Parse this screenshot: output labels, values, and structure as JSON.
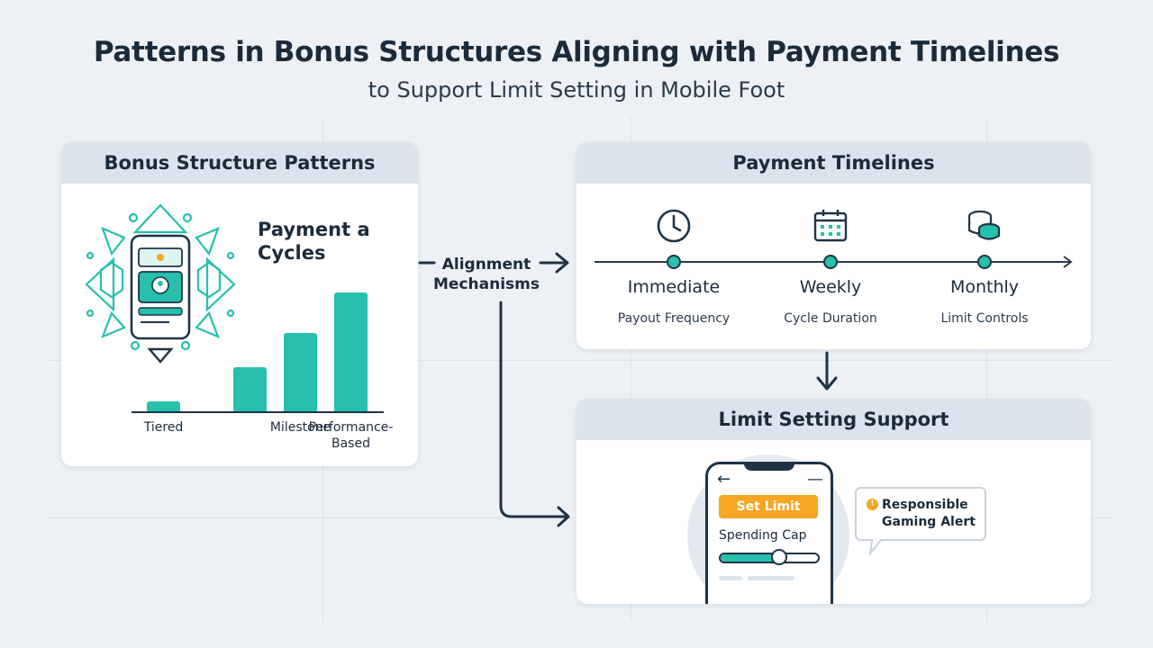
{
  "title": "Patterns in Bonus Structures Aligning with Payment Timelines",
  "subtitle": "to Support Limit Setting in Mobile Foot",
  "bonus_card": {
    "header": "Bonus Structure Patterns",
    "cycles_title": "Payment a Cycles",
    "bars": [
      {
        "label": "Tiered",
        "value": 1
      },
      {
        "label": "",
        "value": 4.6
      },
      {
        "label": "Milestone",
        "value": 8.2
      },
      {
        "label": "Performance-Based",
        "value": 12.4
      }
    ]
  },
  "alignment_label": "Alignment Mechanisms",
  "payment_card": {
    "header": "Payment Timelines",
    "points": [
      {
        "label": "Immediate",
        "sub": "Payout Frequency",
        "icon": "clock-icon"
      },
      {
        "label": "Weekly",
        "sub": "Cycle Duration",
        "icon": "calendar-icon"
      },
      {
        "label": "Monthly",
        "sub": "Limit Controls",
        "icon": "coins-icon"
      }
    ]
  },
  "limit_card": {
    "header": "Limit Setting Support",
    "set_limit_button": "Set Limit",
    "spending_cap_label": "Spending Cap",
    "spending_cap_level": 0.6,
    "alert_badge": "!",
    "alert_text": "Responsible Gaming Alert"
  },
  "colors": {
    "teal": "#26c0ad",
    "navy": "#1f3346",
    "orange": "#f5a623",
    "header_bg": "#dbe4ec"
  }
}
